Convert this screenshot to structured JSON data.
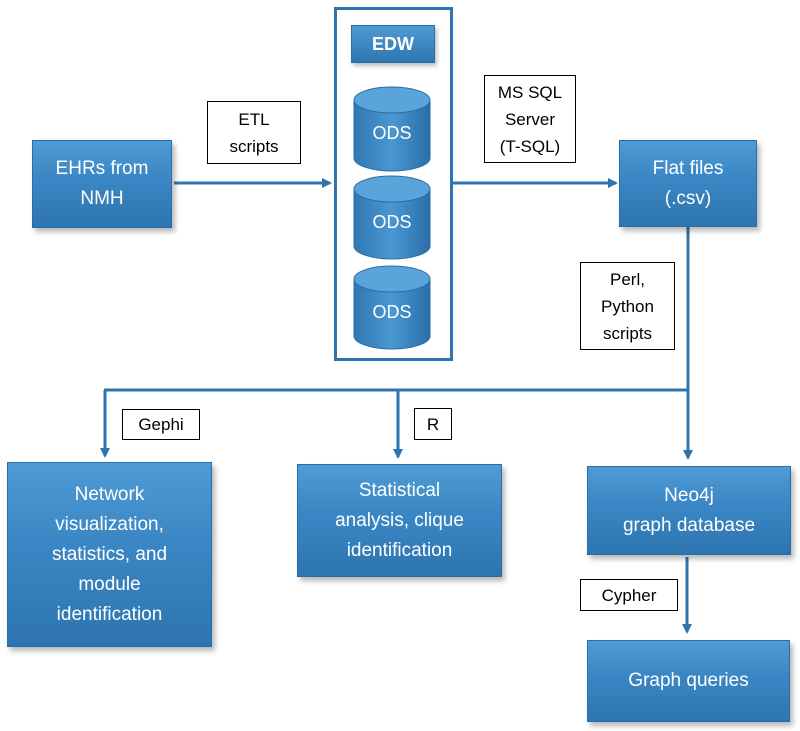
{
  "nodes": {
    "ehrs": "EHRs from\nNMH",
    "flat_files": "Flat files\n(.csv)",
    "network": "Network\nvisualization,\nstatistics, and\nmodule\nidentification",
    "statistical": "Statistical\nanalysis, clique\nidentification",
    "neo4j": "Neo4j\ngraph database",
    "graph_queries": "Graph queries"
  },
  "edw": {
    "title": "EDW",
    "stores": [
      "ODS",
      "ODS",
      "ODS"
    ]
  },
  "edge_labels": {
    "etl": "ETL\nscripts",
    "mssql": "MS SQL\nServer\n(T-SQL)",
    "perl_python": "Perl,\nPython\nscripts",
    "gephi": "Gephi",
    "r": "R",
    "cypher": "Cypher"
  },
  "colors": {
    "box": "#3a86c4",
    "box_border": "#2a6da6",
    "arrow": "#2e75b0"
  }
}
